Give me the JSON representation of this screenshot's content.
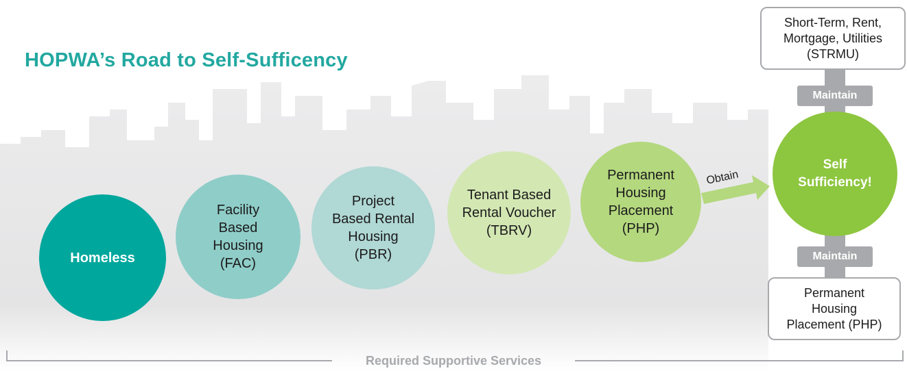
{
  "title": "HOPWA’s Road to Self-Sufficency",
  "steps": [
    {
      "label": "Homeless",
      "color": "#00a79d"
    },
    {
      "label": "Facility\nBased\nHousing\n(FAC)",
      "color": "#8fcdc8"
    },
    {
      "label": "Project\nBased Rental\nHousing\n(PBR)",
      "color": "#b0d8d5"
    },
    {
      "label": "Tenant Based\nRental Voucher\n(TBRV)",
      "color": "#d3e7b3"
    },
    {
      "label": "Permanent\nHousing\nPlacement\n(PHP)",
      "color": "#b4d87e"
    }
  ],
  "goal": {
    "label": "Self\nSufficiency!",
    "color": "#8dc63f"
  },
  "connector_label": "Obtain",
  "supports": {
    "top": {
      "label": "Short-Term, Rent,\nMortgage, Utilities\n(STRMU)",
      "action": "Maintain"
    },
    "bottom": {
      "label": "Permanent\nHousing\nPlacement (PHP)",
      "action": "Maintain"
    }
  },
  "footer": "Required Supportive Services",
  "colors": {
    "accent": "#22a8a0",
    "arrow": "#a7a9ac",
    "obtain_arrow": "#b4d87e"
  }
}
